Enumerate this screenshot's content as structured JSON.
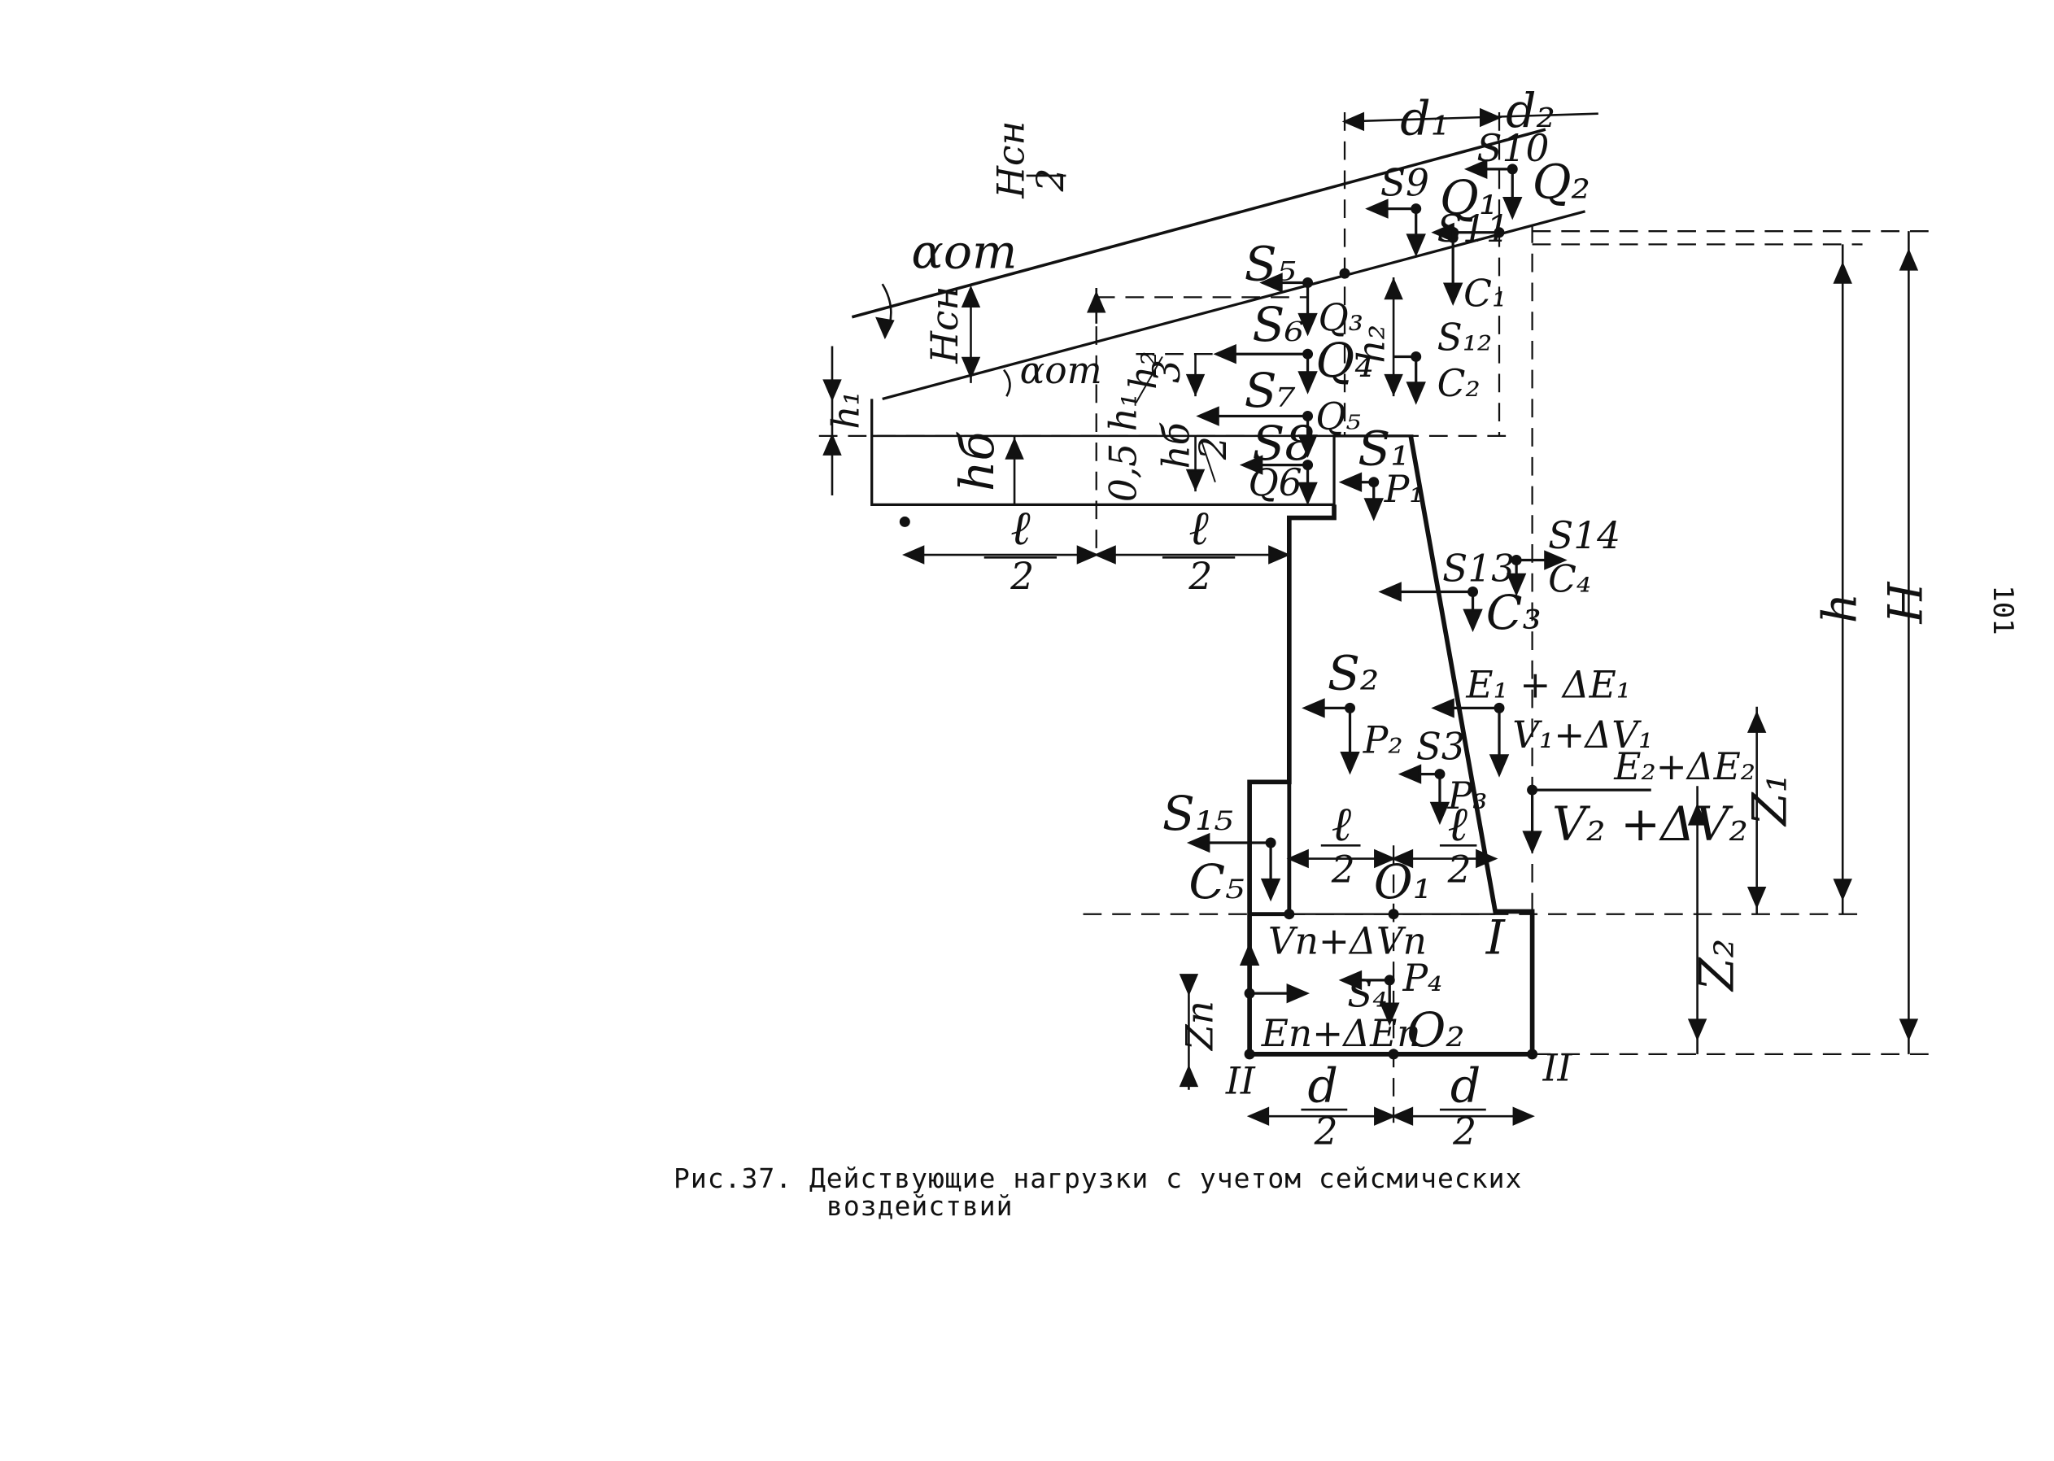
{
  "caption": {
    "line1": "Рис.37. Действующие нагрузки с учетом сейсмических",
    "line2": "воздействий"
  },
  "page_number": "101",
  "labels": {
    "d1": "d₁",
    "d2": "d₂",
    "S9": "S9",
    "S10": "S10",
    "S11": "S11",
    "Q1_top": "Q₁",
    "Q2": "Q₂",
    "Hsn_half_num": "Hсн",
    "Hsn_half_den": "2",
    "alpha_ot_top": "αот",
    "Hsn": "Hсн",
    "alpha_ot": "αот",
    "S5": "S₅",
    "Q3": "Q₃",
    "C1": "C₁",
    "S6": "S₆",
    "Q4": "Q₄",
    "h2": "h₂",
    "S12": "S₁₂",
    "C2": "C₂",
    "h2_3_num": "h₂",
    "h2_3_den": "3",
    "h1": "h₁",
    "S7": "S₇",
    "Q5": "Q₅",
    "hb": "hб",
    "half_h1": "0,5 h₁",
    "hb_2_num": "hб",
    "hb_2_den": "2",
    "S8": "S8",
    "Q6": "Q6",
    "S1": "S₁",
    "P1": "P₁",
    "l_half_1_num": "ℓ",
    "l_half_1_den": "2",
    "l_half_2_num": "ℓ",
    "l_half_2_den": "2",
    "S13": "S13",
    "C3": "C₃",
    "S14": "S14",
    "C4": "C₄",
    "h": "h",
    "H": "H",
    "S2": "S₂",
    "P2": "P₂",
    "E1": "E₁ + ΔE₁",
    "V1": "V₁+ΔV₁",
    "S3": "S3",
    "P3": "P₃",
    "E2": "E₂+ΔE₂",
    "V2": "V₂ +ΔV₂",
    "Z1": "Z₁",
    "S15": "S₁₅",
    "C5": "C₅",
    "b_half_1_num": "ℓ",
    "b_half_1_den": "2",
    "b_half_2_num": "ℓ",
    "b_half_2_den": "2",
    "O1": "O₁",
    "I": "I",
    "Vp": "Vп+ΔVп",
    "S4": "S₄",
    "P4": "P₄",
    "Z2": "Z₂",
    "Zp": "Zп",
    "Ep": "Eп+ΔEп",
    "O2": "O₂",
    "II_left": "II",
    "II_right": "II",
    "d_half_1_num": "d",
    "d_half_1_den": "2",
    "d_half_2_num": "d",
    "d_half_2_den": "2"
  }
}
